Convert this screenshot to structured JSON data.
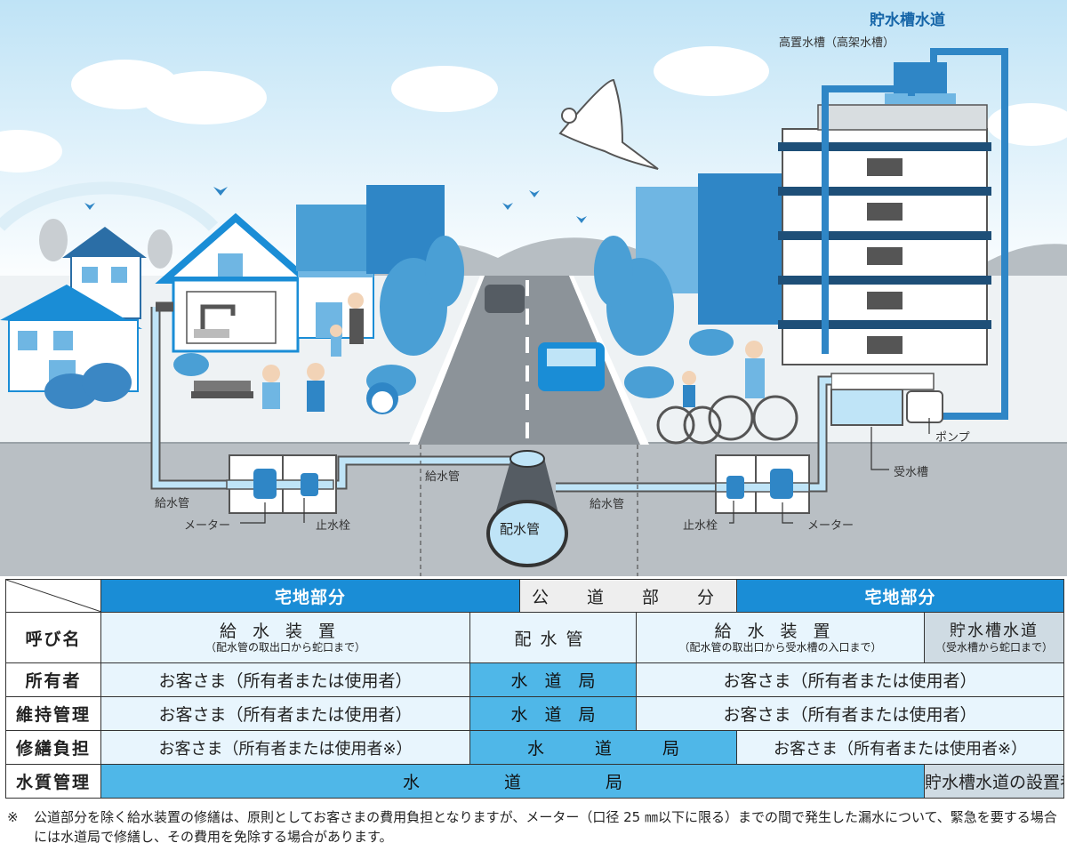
{
  "illustration": {
    "title": "貯水槽水道",
    "labels": {
      "high_tank": "高置水槽（高架水槽）",
      "pump": "ポンプ",
      "receiving_tank": "受水槽",
      "supply_pipe_left": "給水管",
      "supply_pipe_center": "給水管",
      "supply_pipe_right": "給水管",
      "meter_left": "メーター",
      "stopcock_left": "止水栓",
      "stopcock_right": "止水栓",
      "meter_right": "メーター",
      "distribution_pipe": "配水管"
    }
  },
  "table": {
    "headers": {
      "left": "宅地部分",
      "center": "公　道　部　分",
      "right": "宅地部分"
    },
    "rows": {
      "name": {
        "label": "呼び名",
        "supply_left_main": "給水装置",
        "supply_left_sub": "（配水管の取出口から蛇口まで）",
        "distribution": "配水管",
        "supply_right_main": "給水装置",
        "supply_right_sub": "（配水管の取出口から受水槽の入口まで）",
        "tank_main": "貯水槽水道",
        "tank_sub": "（受水槽から蛇口まで）"
      },
      "owner": {
        "label": "所有者",
        "left": "お客さま（所有者または使用者）",
        "center": "水　道　局",
        "right": "お客さま（所有者または使用者）"
      },
      "maintenance": {
        "label": "維持管理",
        "left": "お客さま（所有者または使用者）",
        "center": "水　道　局",
        "right": "お客さま（所有者または使用者）"
      },
      "repair": {
        "label": "修繕負担",
        "left": "お客さま（所有者または使用者※）",
        "center": "水　　　道　　　局",
        "right": "お客さま（所有者または使用者※）"
      },
      "quality": {
        "label": "水質管理",
        "center": "水　　　　　道　　　　　局",
        "right": "貯水槽水道の設置者"
      }
    }
  },
  "footnote": {
    "mark": "※",
    "text": "公道部分を除く給水装置の修繕は、原則としてお客さまの費用負担となりますが、メーター（口径 25 ㎜以下に限る）までの間で発生した漏水について、緊急を要する場合には水道局で修繕し、その費用を免除する場合があります。"
  },
  "colors": {
    "sky": "#d8eef9",
    "ground": "#b9bfc4",
    "pipe": "#bfe4f7",
    "blue_header": "#1a8dd6",
    "building": "#4a9fd5"
  }
}
